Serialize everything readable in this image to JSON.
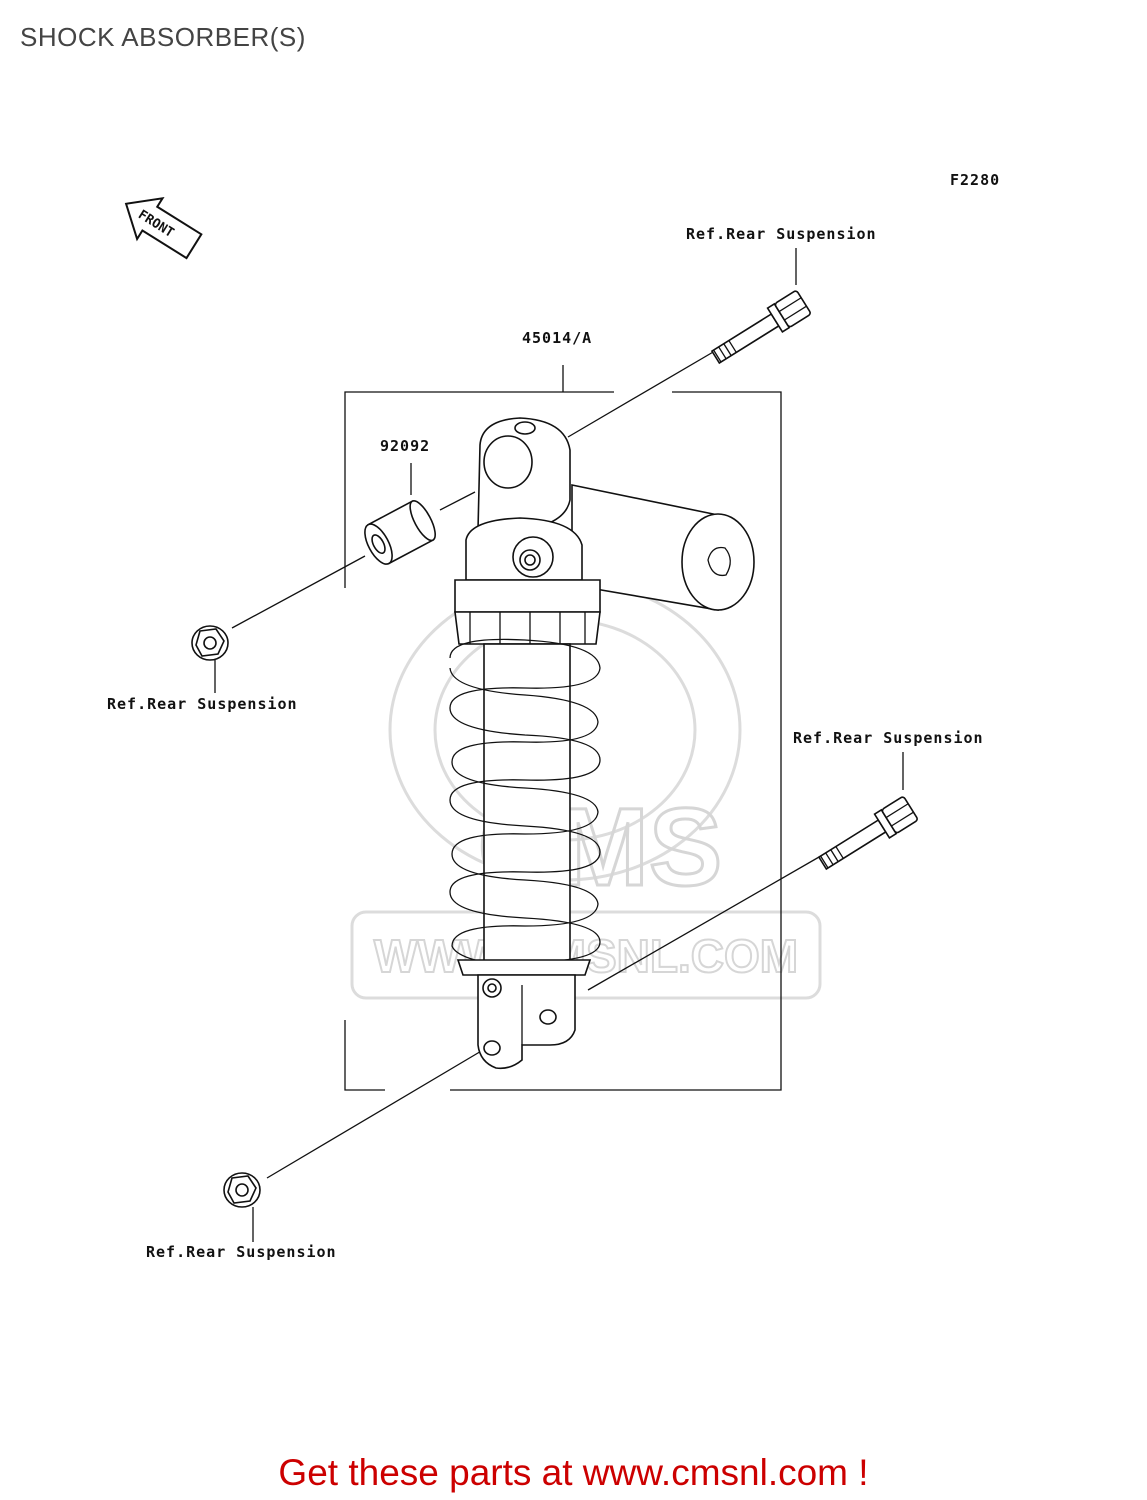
{
  "page": {
    "title": "SHOCK ABSORBER(S)",
    "figure_code": "F2280",
    "front_arrow_label": "FRONT",
    "cta_text": "Get these parts at www.cmsnl.com !",
    "cta_color": "#cc0000"
  },
  "labels": {
    "shock_part": "45014/A",
    "collar_part": "92092",
    "ref_top_bolt": "Ref.Rear Suspension",
    "ref_upper_nut": "Ref.Rear Suspension",
    "ref_lower_bolt": "Ref.Rear Suspension",
    "ref_lower_nut": "Ref.Rear Suspension"
  },
  "watermark": {
    "brand": "CMS",
    "url": "WWW.CMSNL.COM"
  }
}
